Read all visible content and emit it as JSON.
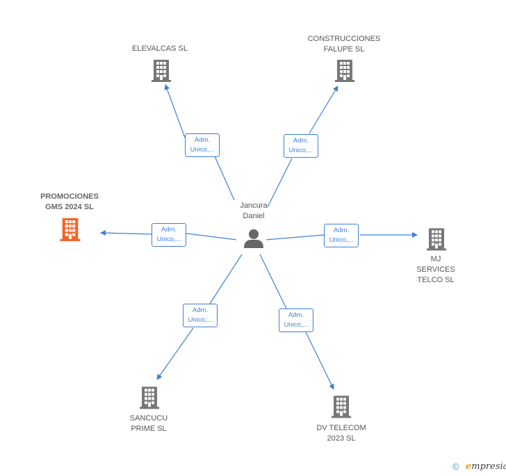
{
  "center": {
    "label": "Jancura\nDaniel",
    "icon": "person-icon"
  },
  "companies": [
    {
      "label": "ELEVALCAS  SL",
      "highlight": false,
      "icon": "building-icon"
    },
    {
      "label": "CONSTRUCCIONES\nFALUPE  SL",
      "highlight": false,
      "icon": "building-icon"
    },
    {
      "label": "PROMOCIONES\nGMS 2024  SL",
      "highlight": true,
      "icon": "building-icon"
    },
    {
      "label": "MJ\nSERVICES\nTELCO  SL",
      "highlight": false,
      "icon": "building-icon"
    },
    {
      "label": "SANCUCU\nPRIME  SL",
      "highlight": false,
      "icon": "building-icon"
    },
    {
      "label": "DV TELECOM\n2023  SL",
      "highlight": false,
      "icon": "building-icon"
    }
  ],
  "edges": [
    {
      "label": "Adm.\nUnico,..."
    },
    {
      "label": "Adm.\nUnico,..."
    },
    {
      "label": "Adm.\nUnico,..."
    },
    {
      "label": "Adm.\nUnico,..."
    },
    {
      "label": "Adm.\nUnico,..."
    },
    {
      "label": "Adm.\nUnico,..."
    }
  ],
  "colors": {
    "edge": "#3d7fd9",
    "building": "#777777",
    "highlight": "#f2652b",
    "person": "#666666"
  },
  "footer": {
    "copyright_symbol": "©",
    "brand_initial": "e",
    "brand_rest": "mpresia"
  }
}
